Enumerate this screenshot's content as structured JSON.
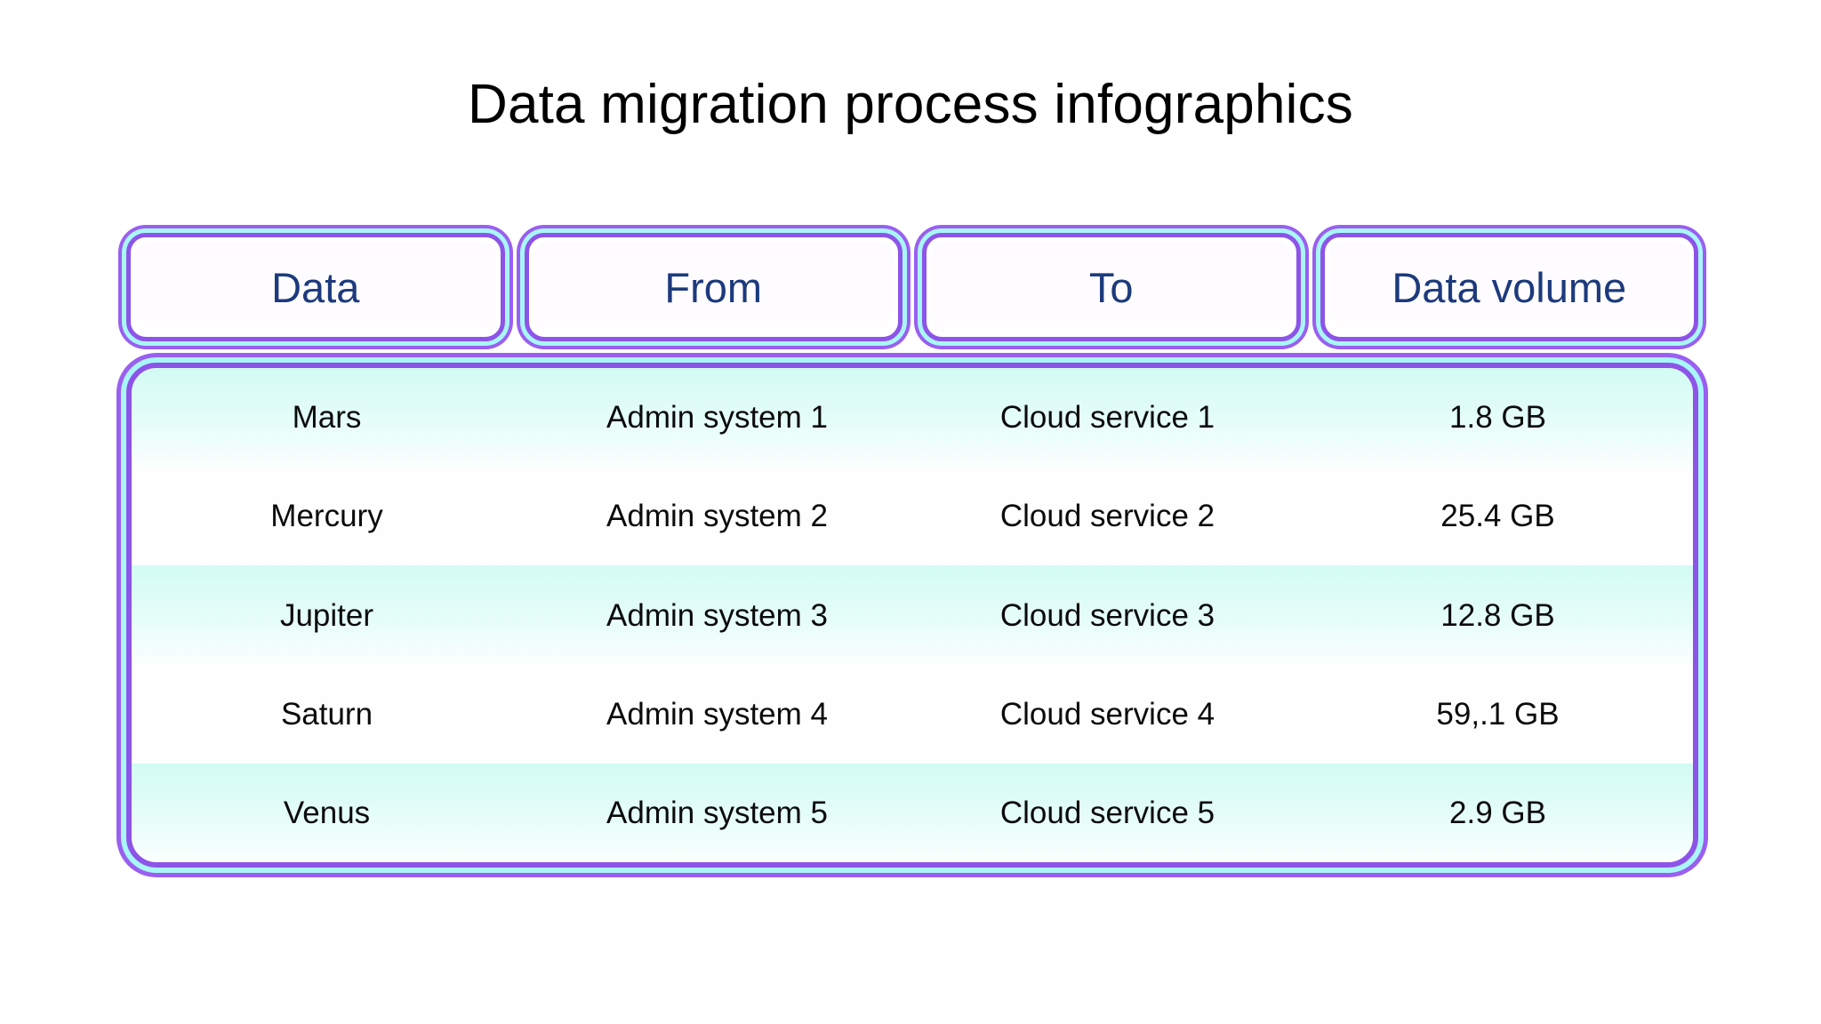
{
  "page": {
    "title": "Data migration process infographics",
    "background_color": "#ffffff"
  },
  "theme": {
    "purple": "#8d54e8",
    "purple_outer": "#9a5ff0",
    "cyan": "#a8f6f7",
    "header_text": "#1d3a7d",
    "body_text": "#0b0b0b",
    "row_tint": "#d2fbf4"
  },
  "table": {
    "headers": [
      {
        "label": "Data"
      },
      {
        "label": "From"
      },
      {
        "label": "To"
      },
      {
        "label": "Data volume"
      }
    ],
    "rows": [
      {
        "data": "Mars",
        "from": "Admin system 1",
        "to": "Cloud service 1",
        "volume": "1.8 GB",
        "tinted": true
      },
      {
        "data": "Mercury",
        "from": "Admin system 2",
        "to": "Cloud service 2",
        "volume": "25.4 GB",
        "tinted": false
      },
      {
        "data": "Jupiter",
        "from": "Admin system 3",
        "to": "Cloud service 3",
        "volume": "12.8 GB",
        "tinted": true
      },
      {
        "data": "Saturn",
        "from": "Admin system 4",
        "to": "Cloud service 4",
        "volume": "59,.1 GB",
        "tinted": false
      },
      {
        "data": "Venus",
        "from": "Admin system 5",
        "to": "Cloud service 5",
        "volume": "2.9 GB",
        "tinted": true
      }
    ]
  }
}
